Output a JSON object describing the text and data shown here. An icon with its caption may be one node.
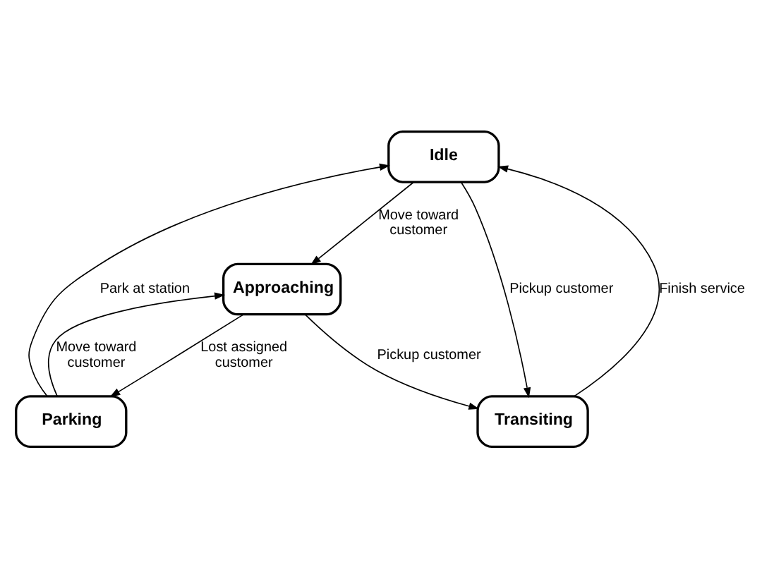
{
  "diagram": {
    "nodes": [
      {
        "text": [
          "Idle"
        ]
      },
      {
        "text": [
          "Approaching"
        ]
      },
      {
        "text": [
          "Parking"
        ]
      },
      {
        "text": [
          "Transiting"
        ]
      }
    ],
    "edges": [
      {
        "from": 0,
        "to": 1,
        "arrow": "to",
        "label": "Move toward customer"
      },
      {
        "from": 1,
        "to": 2,
        "arrow": "to",
        "label": "Lost assigned customer"
      },
      {
        "from": 2,
        "to": 1,
        "arrow": "to",
        "label": "Move toward customer"
      },
      {
        "from": 2,
        "to": 0,
        "arrow": "to",
        "label": "Park at station"
      },
      {
        "from": 1,
        "to": 3,
        "arrow": "to",
        "label": "Pickup customer"
      },
      {
        "from": 3,
        "to": 0,
        "arrow": "to",
        "label": "Finish service"
      },
      {
        "from": 0,
        "to": 3,
        "arrow": "to",
        "label": "Pickup customer"
      }
    ]
  }
}
